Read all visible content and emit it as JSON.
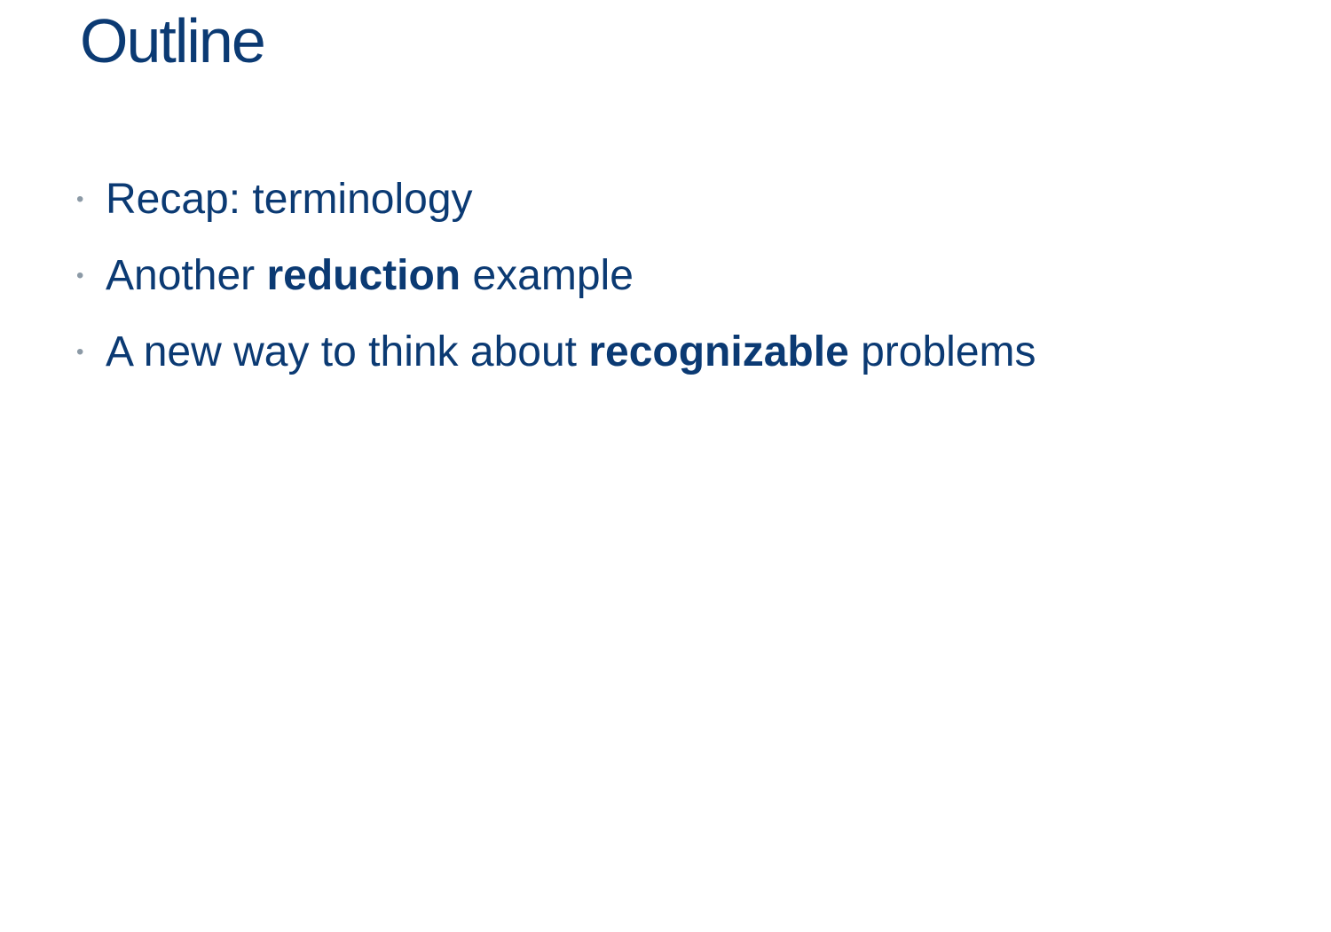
{
  "slide": {
    "title": "Outline",
    "bullet_glyph": "•",
    "bullets": [
      {
        "before": "Recap: terminology",
        "bold": "",
        "after": ""
      },
      {
        "before": "Another ",
        "bold": "reduction",
        "after": " example"
      },
      {
        "before": "A new way to think about ",
        "bold": "recognizable",
        "after": " problems"
      }
    ]
  },
  "colors": {
    "text": "#0b3a73",
    "bullet": "#8c9aa6",
    "background": "#ffffff"
  }
}
